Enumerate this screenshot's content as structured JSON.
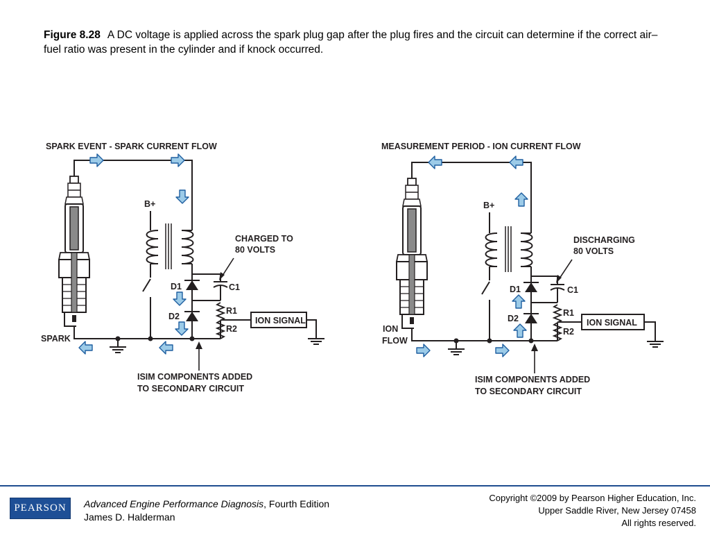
{
  "caption": {
    "label": "Figure 8.28",
    "text": "A DC voltage is applied across the spark plug gap after the plug fires and the circuit can determine if the correct air–fuel ratio was present in the cylinder and if knock occurred."
  },
  "diagram_left": {
    "title": "SPARK EVENT - SPARK CURRENT FLOW",
    "b_plus": "B+",
    "charged_line1": "CHARGED TO",
    "charged_line2": "80 VOLTS",
    "d1": "D1",
    "d2": "D2",
    "c1": "C1",
    "r1": "R1",
    "r2": "R2",
    "ion_signal": "ION SIGNAL",
    "spark": "SPARK",
    "isim_line1": "ISIM COMPONENTS ADDED",
    "isim_line2": "TO SECONDARY CIRCUIT"
  },
  "diagram_right": {
    "title": "MEASUREMENT PERIOD - ION CURRENT FLOW",
    "b_plus": "B+",
    "discharging_line1": "DISCHARGING",
    "discharging_line2": "80 VOLTS",
    "d1": "D1",
    "d2": "D2",
    "c1": "C1",
    "r1": "R1",
    "r2": "R2",
    "ion_signal": "ION SIGNAL",
    "ion_flow_line1": "ION",
    "ion_flow_line2": "FLOW",
    "isim_line1": "ISIM COMPONENTS ADDED",
    "isim_line2": "TO SECONDARY CIRCUIT"
  },
  "colors": {
    "wire": "#231f20",
    "arrow_fill": "#9ccbe8",
    "arrow_stroke": "#1f5fa0",
    "plug_body": "#ffffff",
    "plug_core": "#8a8a8a",
    "brand": "#1e4f96"
  },
  "footer": {
    "logo": "PEARSON",
    "book_title": "Advanced Engine Performance Diagnosis",
    "edition": ", Fourth Edition",
    "author": "James D. Halderman",
    "copyright_line1": "Copyright ©2009 by Pearson Higher Education, Inc.",
    "copyright_line2": "Upper Saddle River, New Jersey 07458",
    "copyright_line3": "All rights reserved."
  }
}
